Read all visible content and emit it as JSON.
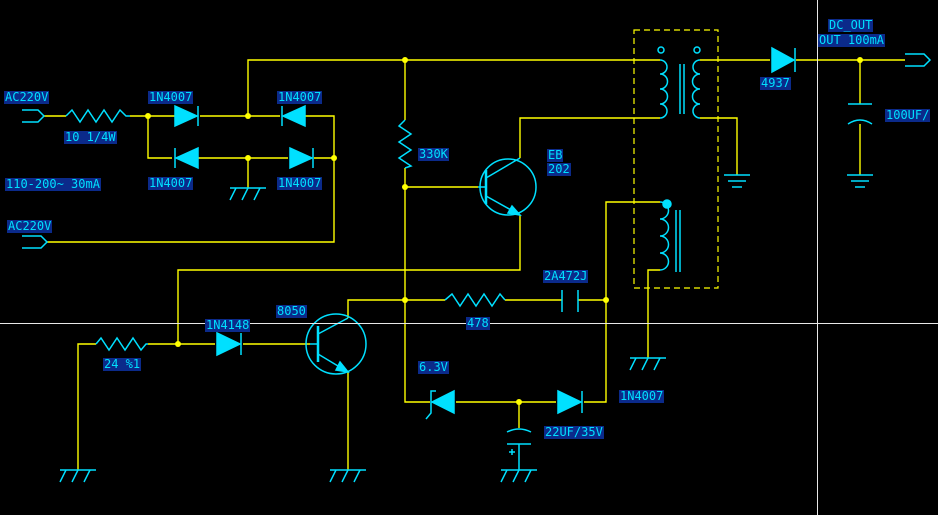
{
  "colors": {
    "background": "#000000",
    "wire": "#ffff00",
    "component": "#00e0ff",
    "label_text": "#00e0ff",
    "label_box": "#0b2a8a",
    "crosshair": "#e8e8e8",
    "border_dash": "#ffff00"
  },
  "labels": {
    "ac_in_1": "AC220V",
    "ac_in_2": "AC220V",
    "input_range": "110-200~ 30mA",
    "r_input": "10 1/4W",
    "d1": "1N4007",
    "d2": "1N4007",
    "d3": "1N4007",
    "d4": "1N4007",
    "r_330k": "330K",
    "q_eb": "EB",
    "q_eb_num": "202",
    "q_8050": "8050",
    "d_1n4148": "1N4148",
    "r_24": "24 %1",
    "r_478": "478",
    "c_2a472j": "2A472J",
    "zener": "6.3V",
    "c_22uf": "22UF/35V",
    "d_1n4007_aux": "1N4007",
    "d_4937": "4937",
    "dc_out": "DC_OUT",
    "dc_out_rating": "OUT 100mA",
    "c_100uf": "100UF/"
  }
}
